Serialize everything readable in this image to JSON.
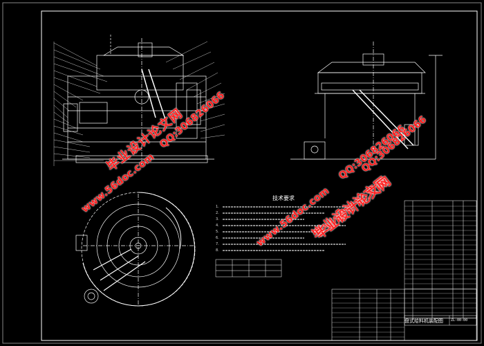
{
  "drawing": {
    "tech_requirements_title": "技术要求",
    "tech_notes": [
      "1. ",
      "2. ",
      "3. ",
      "4. ",
      "5. ",
      "6. ",
      "7. ",
      "8. "
    ],
    "title_block": {
      "title": "盘式给料机装配图",
      "drawing_number": "ZL-00-00"
    }
  },
  "watermarks": [
    {
      "text": "毕业设计论文网",
      "kind": "cn"
    },
    {
      "text": "QQ:306826066",
      "kind": "qq"
    },
    {
      "text": "www.56doc.com",
      "kind": "url"
    },
    {
      "text": "QQ:306826066",
      "kind": "qq"
    },
    {
      "text": "毕业设计论文网",
      "kind": "cn"
    },
    {
      "text": "www.56doc.com",
      "kind": "url"
    },
    {
      "text": "QQ:306826066",
      "kind": "qq"
    },
    {
      "text": "毕业设计论文网",
      "kind": "cn"
    }
  ],
  "colors": {
    "background": "#000000",
    "line": "#ffffff",
    "watermark": "#ff2020"
  }
}
